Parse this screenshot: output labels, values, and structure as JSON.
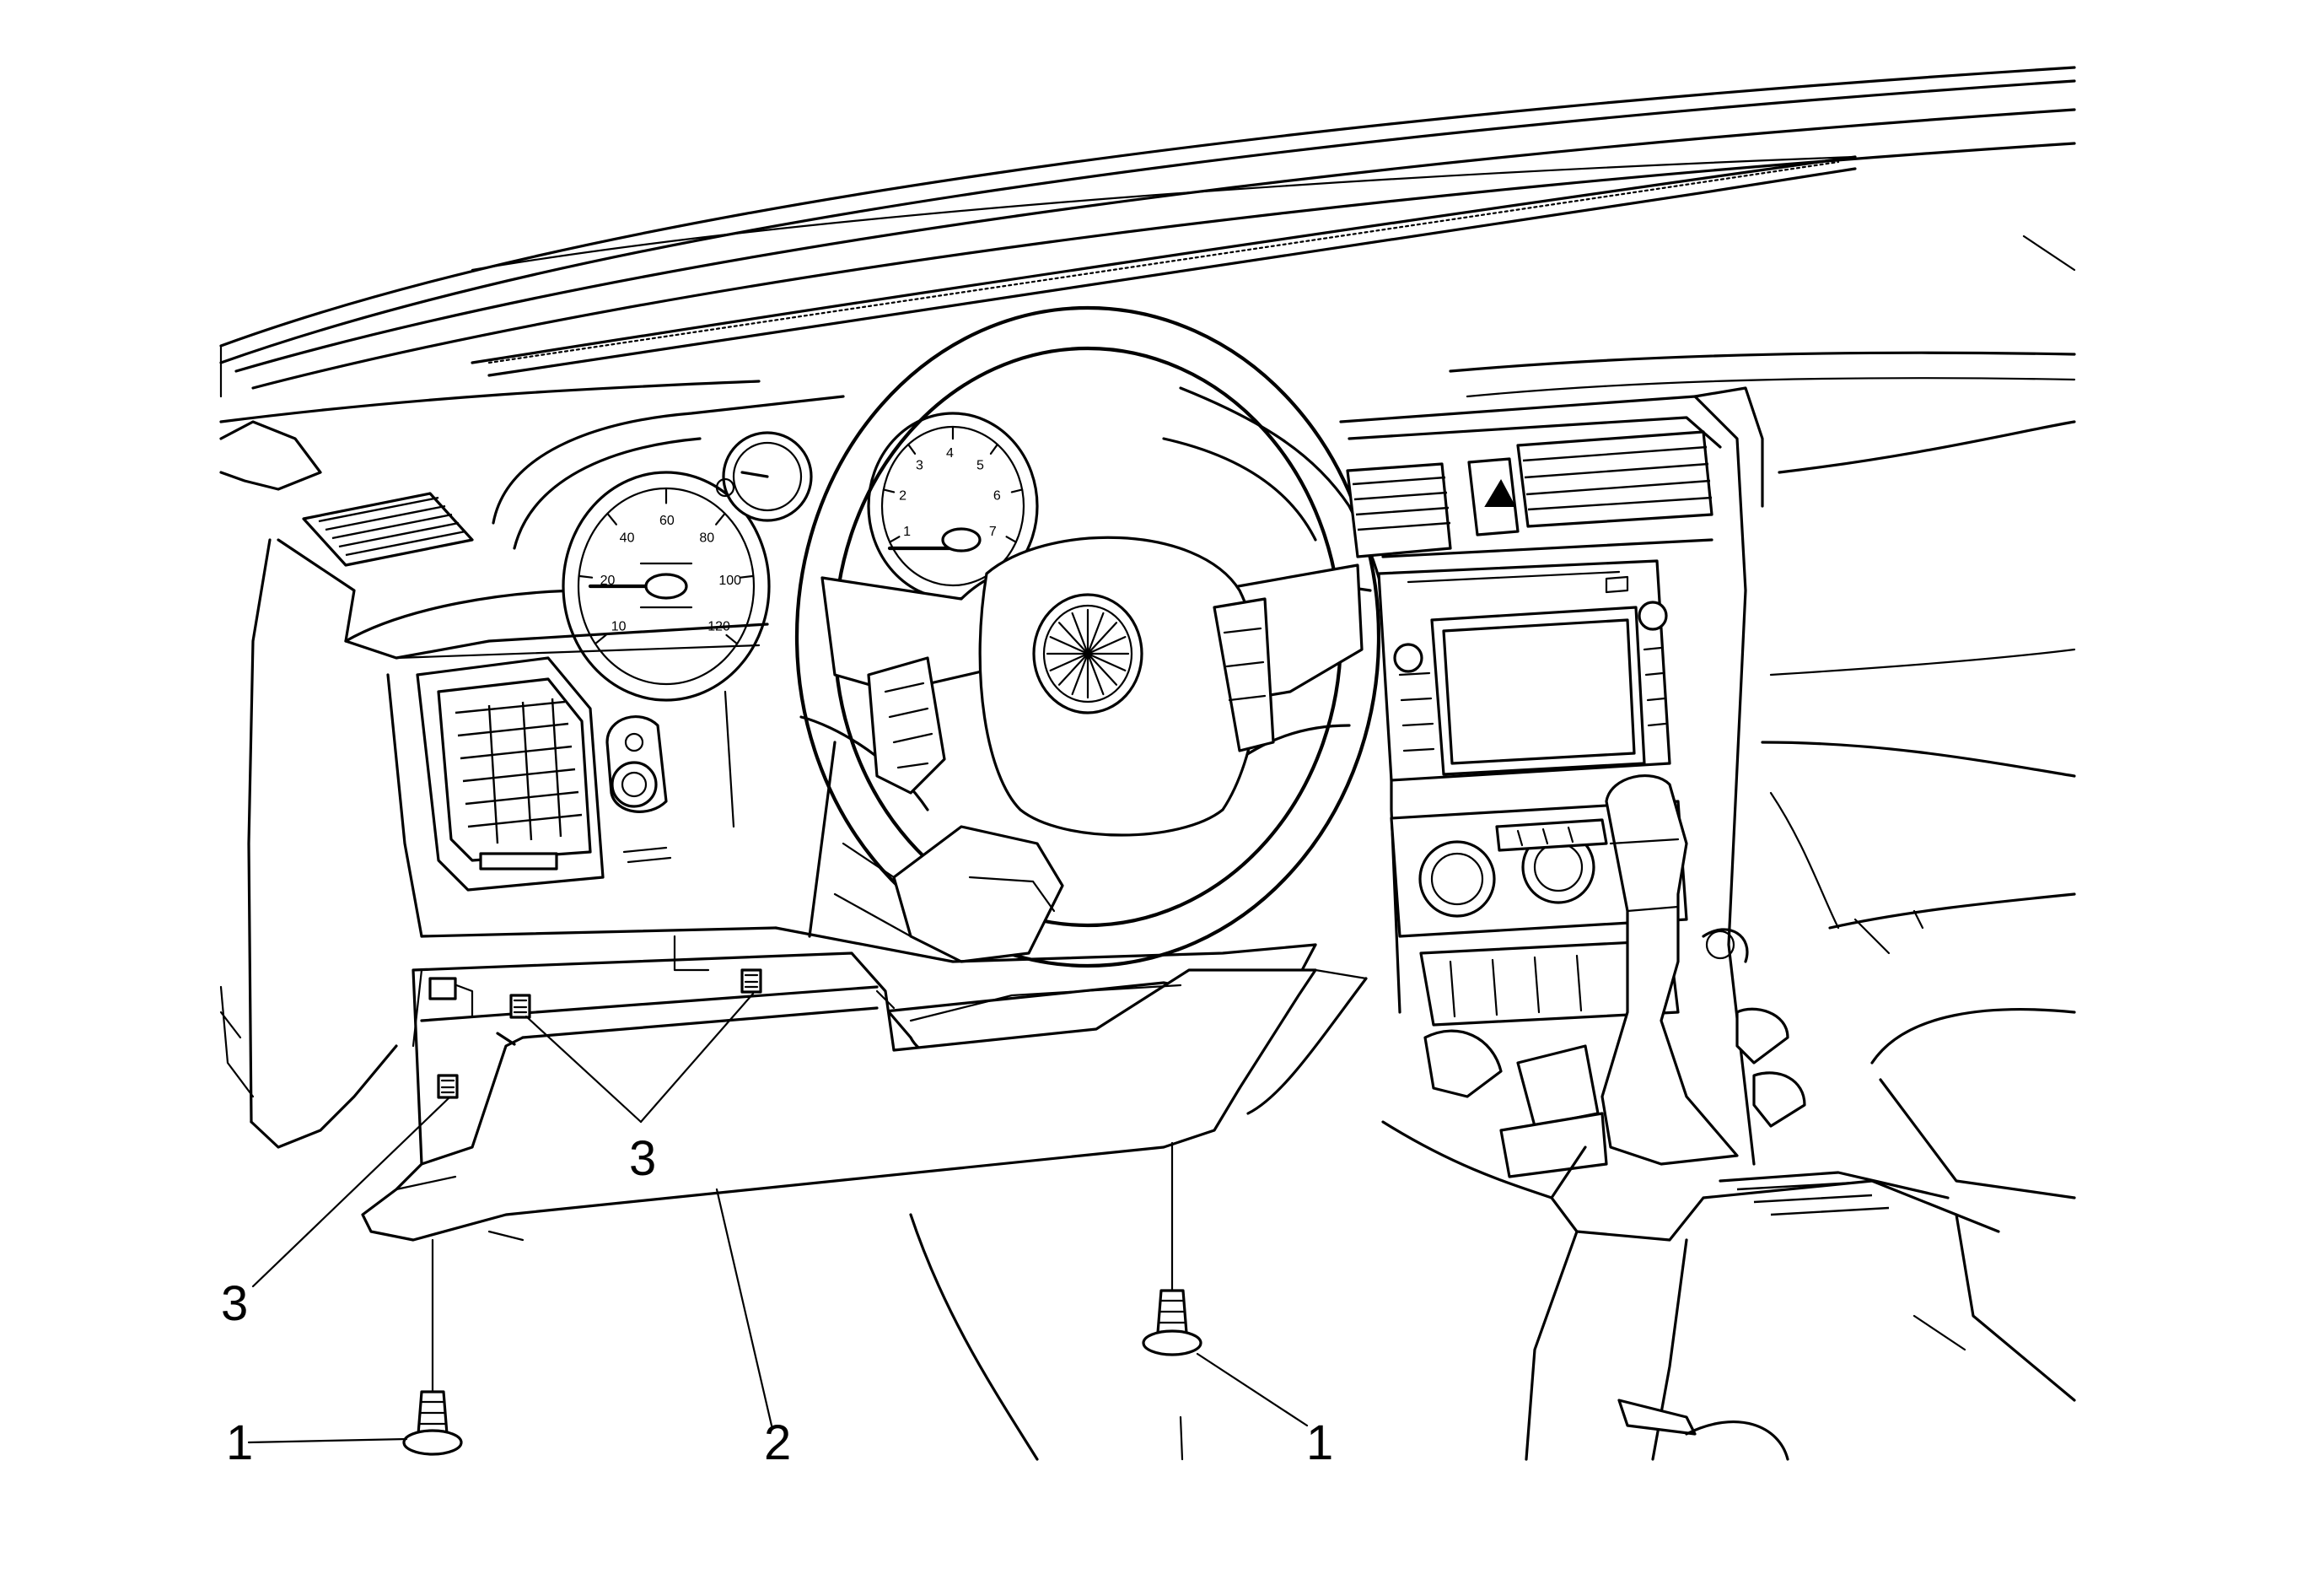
{
  "callouts": {
    "fastener_left": "1",
    "fastener_right": "1",
    "lower_panel": "2",
    "clip_left": "3",
    "clip_center": "3"
  },
  "gauges": {
    "speedo_ticks": [
      "10",
      "20",
      "40",
      "60",
      "80",
      "100",
      "120"
    ],
    "tach_ticks": [
      "1",
      "2",
      "3",
      "4",
      "5",
      "6",
      "7"
    ]
  },
  "icons": [
    "hazard-icon",
    "airbag-logo-icon",
    "fastener-icon",
    "clip-icon"
  ]
}
